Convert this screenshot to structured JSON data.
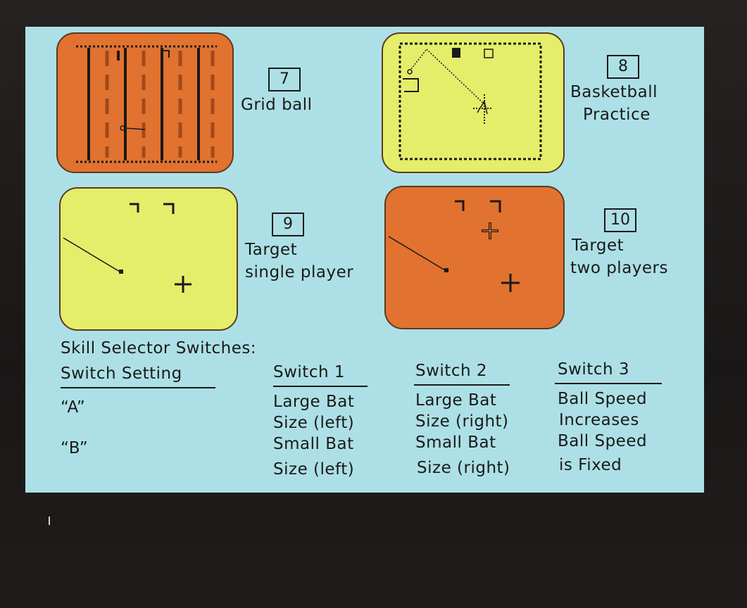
{
  "games": [
    {
      "number": "7",
      "name": "Grid ball"
    },
    {
      "number": "8",
      "name_line1": "Basketball",
      "name_line2": "Practice"
    },
    {
      "number": "9",
      "name_line1": "Target",
      "name_line2": "single player"
    },
    {
      "number": "10",
      "name_line1": "Target",
      "name_line2": "two players"
    }
  ],
  "skill": {
    "title": "Skill Selector Switches:",
    "headers": [
      "Switch Setting",
      "Switch 1",
      "Switch 2",
      "Switch 3"
    ],
    "rows": [
      {
        "setting": "“A”",
        "s1_line1": "Large Bat",
        "s1_line2": "Size (left)",
        "s2_line1": "Large Bat",
        "s2_line2": "Size (right)",
        "s3_line1": "Ball Speed",
        "s3_line2": "Increases"
      },
      {
        "setting": "“B”",
        "s1_line1": "Small Bat",
        "s1_line2": "Size (left)",
        "s2_line1": "Small Bat",
        "s2_line2": "Size (right)",
        "s3_line1": "Ball Speed",
        "s3_line2": "is Fixed"
      }
    ]
  },
  "colors": {
    "card": "#ade0e6",
    "orange_screen": "#e2722f",
    "yellow_screen": "#e4ee6a",
    "case": "#1b1818"
  }
}
